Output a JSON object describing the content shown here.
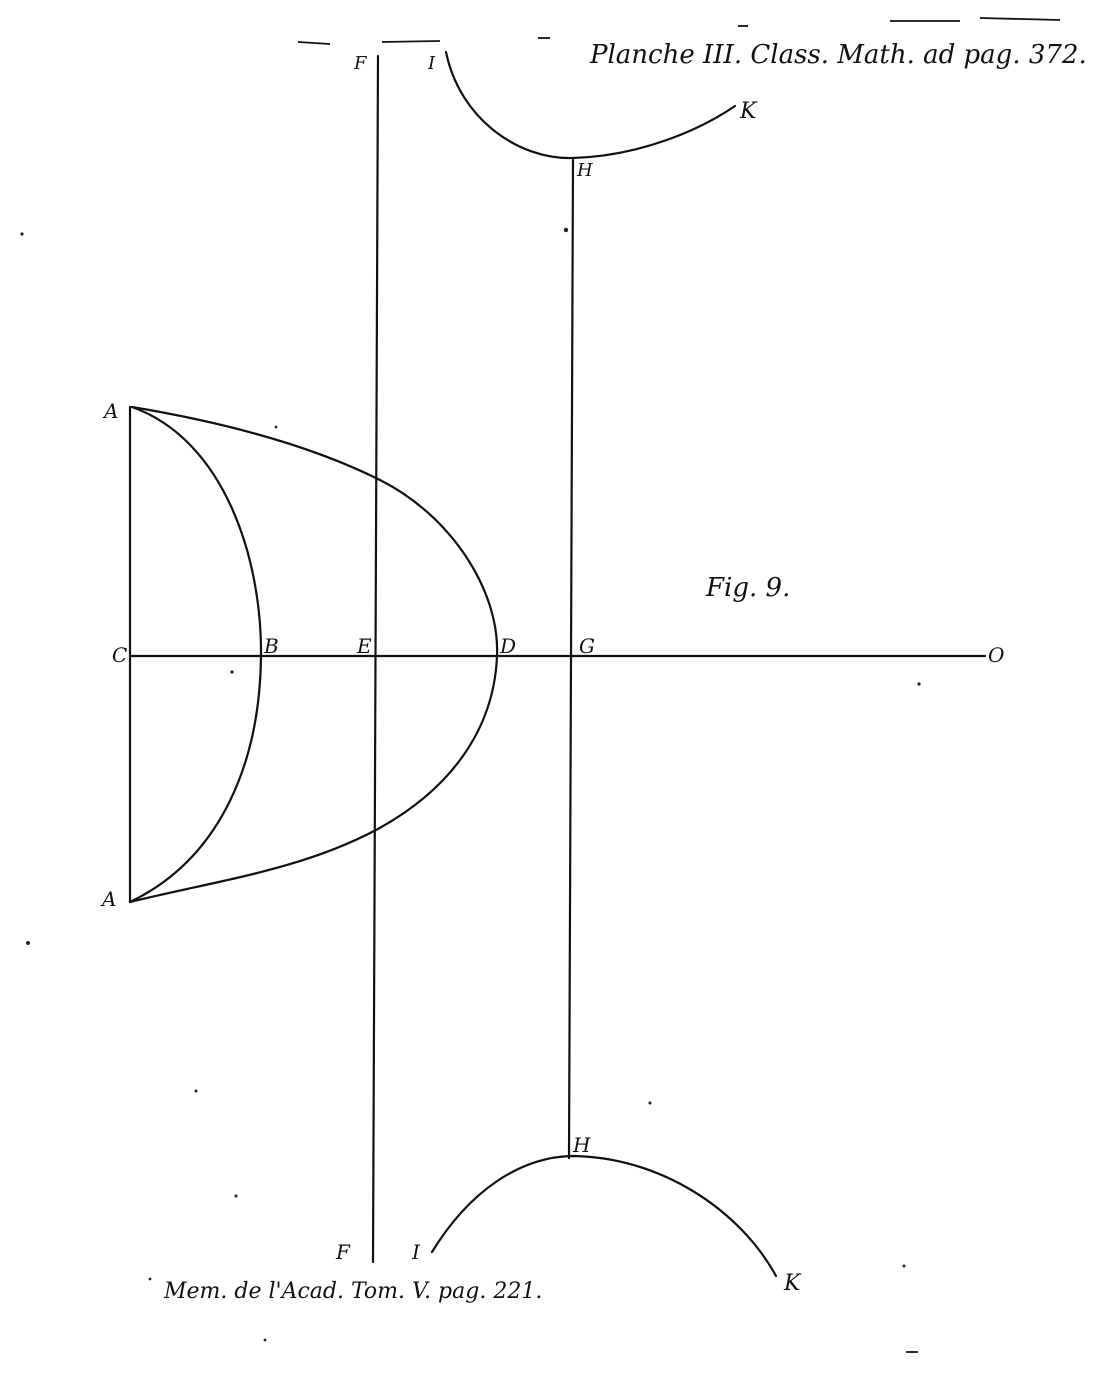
{
  "header": {
    "title": "Planche III. Class. Math. ad pag. 372."
  },
  "footer": {
    "reference": "Mem. de l'Acad. Tom. V. pag. 221."
  },
  "figure": {
    "label": "Fig. 9."
  },
  "points": {
    "A_top": "A",
    "A_bottom": "A",
    "C": "C",
    "B": "B",
    "E": "E",
    "D": "D",
    "G": "G",
    "O": "O",
    "F_top": "F",
    "F_bottom": "F",
    "I_top": "I",
    "I_bottom": "I",
    "H_top": "H",
    "H_bottom": "H",
    "K_top": "K",
    "K_bottom": "K"
  },
  "colors": {
    "ink": "#111111",
    "paper": "#ffffff"
  }
}
